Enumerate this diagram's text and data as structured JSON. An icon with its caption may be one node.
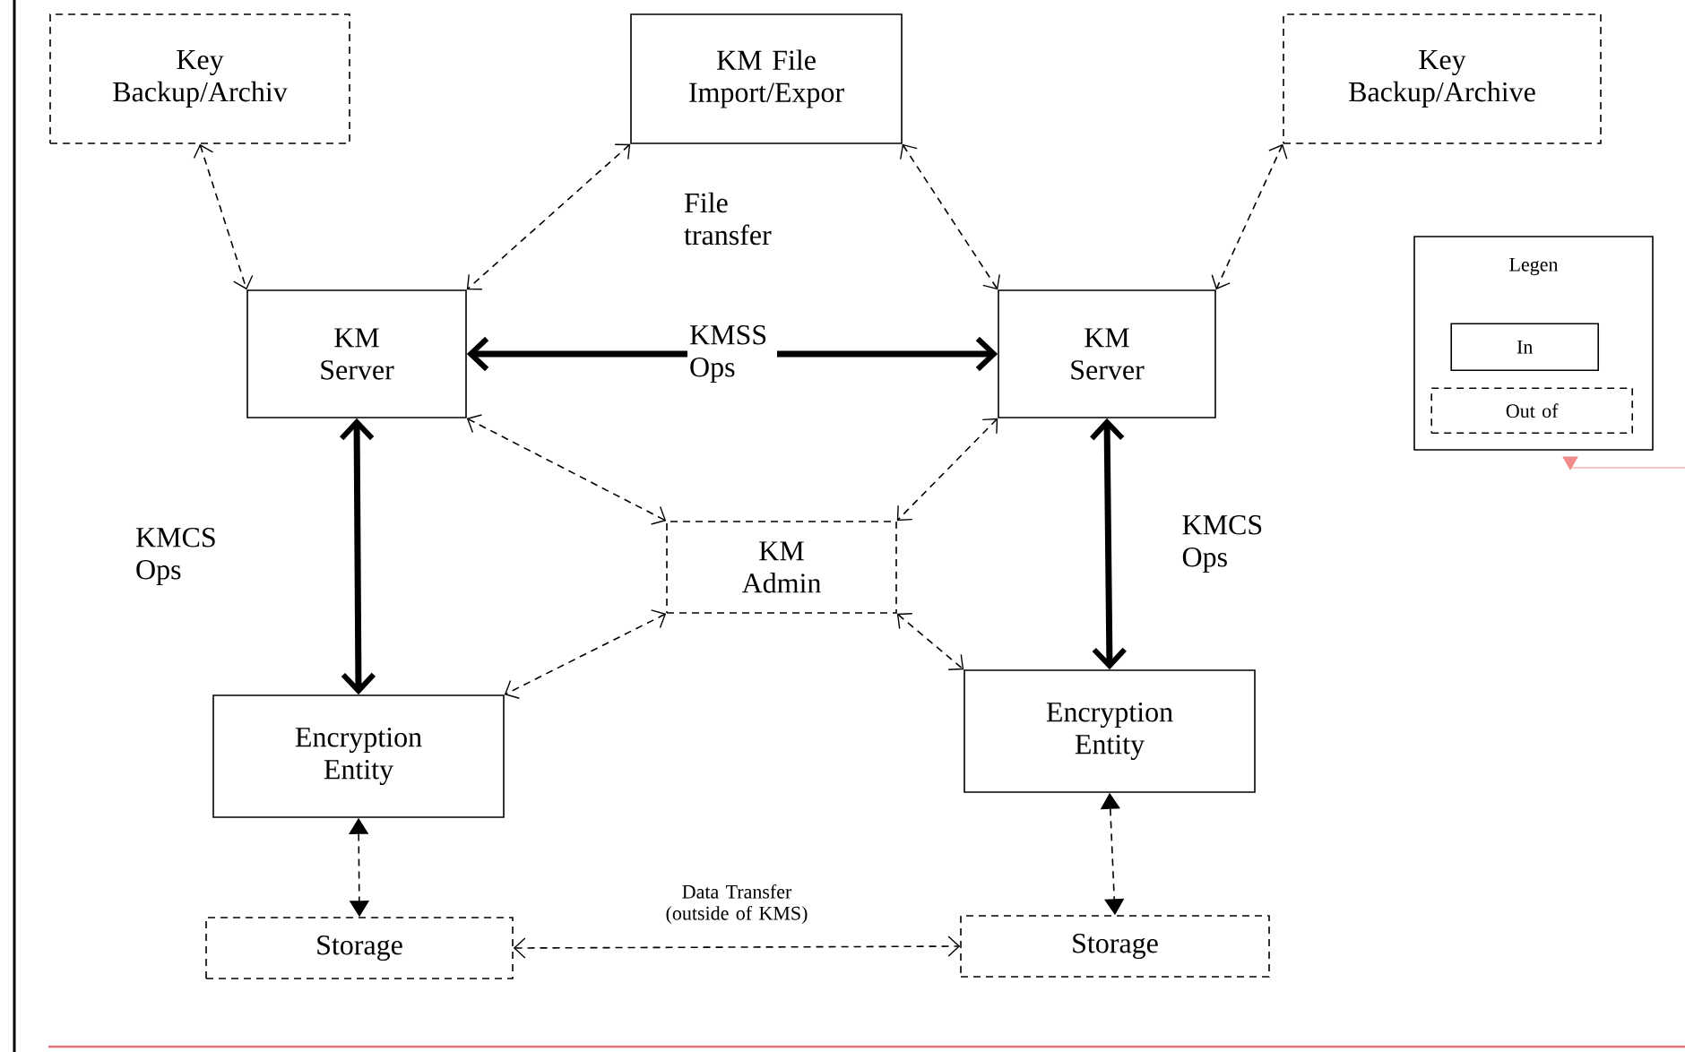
{
  "diagram": {
    "nodes": [
      {
        "text": [
          "Key Backup/Archiv"
        ]
      },
      {
        "text": [
          "KM File Import/Expor"
        ]
      },
      {
        "text": [
          "Key Backup/Archive"
        ]
      },
      {
        "text": [
          "KM Server"
        ]
      },
      {
        "text": [
          "KM Server"
        ]
      },
      {
        "text": [
          "Legen"
        ]
      },
      {
        "text": [
          "In"
        ],
        "in": 5
      },
      {
        "text": [
          "Out of"
        ],
        "in": 5
      },
      {
        "text": [
          "KM Admin"
        ]
      },
      {
        "text": [
          "Encryption Entity"
        ]
      },
      {
        "text": [
          "Encryption Entity"
        ]
      },
      {
        "text": [
          "Storage"
        ]
      },
      {
        "text": [
          "Storage"
        ]
      }
    ],
    "edges": [
      {
        "from": 0,
        "to": 3,
        "arrow": "both",
        "style": "dashed"
      },
      {
        "from": 1,
        "to": 3,
        "arrow": "both",
        "style": "dashed"
      },
      {
        "from": 1,
        "to": 4,
        "arrow": "both",
        "style": "dashed"
      },
      {
        "from": 2,
        "to": 4,
        "arrow": "both",
        "style": "dashed"
      },
      {
        "from": 3,
        "to": 4,
        "arrow": "both",
        "style": "thick",
        "label": "KMSS Ops"
      },
      {
        "from": 3,
        "to": 8,
        "arrow": "both",
        "style": "dashed"
      },
      {
        "from": 4,
        "to": 8,
        "arrow": "both",
        "style": "dashed"
      },
      {
        "from": 3,
        "to": 9,
        "arrow": "both",
        "style": "thick",
        "label": "KMCS Ops"
      },
      {
        "from": 4,
        "to": 10,
        "arrow": "both",
        "style": "thick",
        "label": "KMCS Ops"
      },
      {
        "from": 8,
        "to": 9,
        "arrow": "both",
        "style": "dashed"
      },
      {
        "from": 8,
        "to": 10,
        "arrow": "both",
        "style": "dashed"
      },
      {
        "from": 9,
        "to": 11,
        "arrow": "both",
        "style": "dashed"
      },
      {
        "from": 10,
        "to": 12,
        "arrow": "both",
        "style": "dashed"
      },
      {
        "from": 11,
        "to": 12,
        "arrow": "both",
        "style": "dashed",
        "label": "Data Transfer (outside of KMS)"
      }
    ],
    "labels": [
      "File transfer"
    ]
  }
}
